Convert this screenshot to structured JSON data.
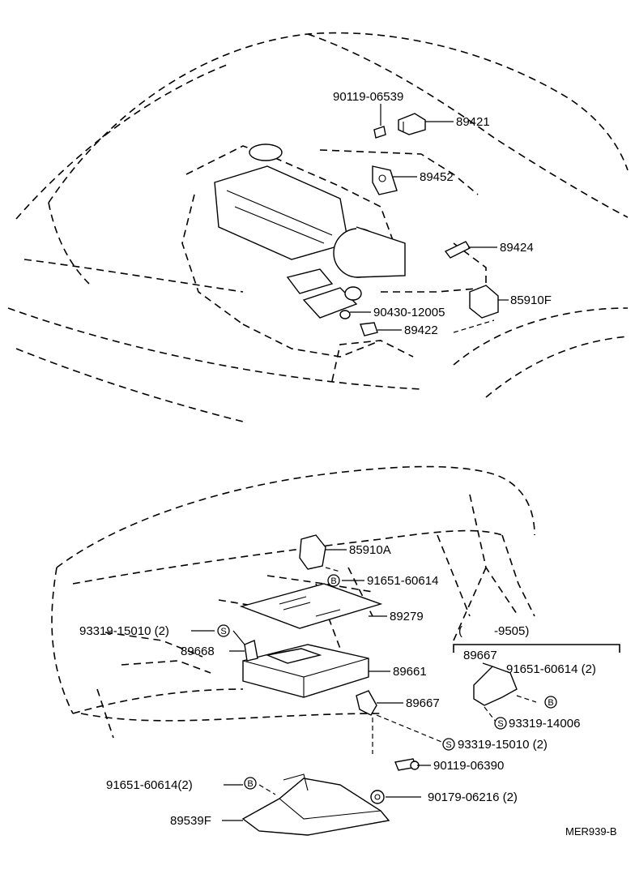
{
  "labels": {
    "p90119_06539": "90119-06539",
    "p89421": "89421",
    "p89452": "89452",
    "p89424": "89424",
    "p85910F": "85910F",
    "p90430_12005": "90430-12005",
    "p89422": "89422",
    "p85910A": "85910A",
    "p91651_60614_a": "91651-60614",
    "p89279": "89279",
    "p93319_15010_2_a": "93319-15010 (2)",
    "p89668": "89668",
    "p89661": "89661",
    "p89667_a": "89667",
    "p93319_15010_2_b": "93319-15010 (2)",
    "p90119_06390": "90119-06390",
    "p91651_60614_2_a": "91651-60614(2)",
    "p90179_06216_2": "90179-06216 (2)",
    "p89539F": "89539F",
    "inset_paren_open": "(",
    "inset_range": "-9505)",
    "p89667_b": "89667",
    "p91651_60614_2_b": "91651-60614 (2)",
    "p93319_14006": "93319-14006"
  },
  "badges": {
    "b_letter": "B",
    "s_letter": "S"
  },
  "footer": {
    "code": "MER939-B"
  }
}
